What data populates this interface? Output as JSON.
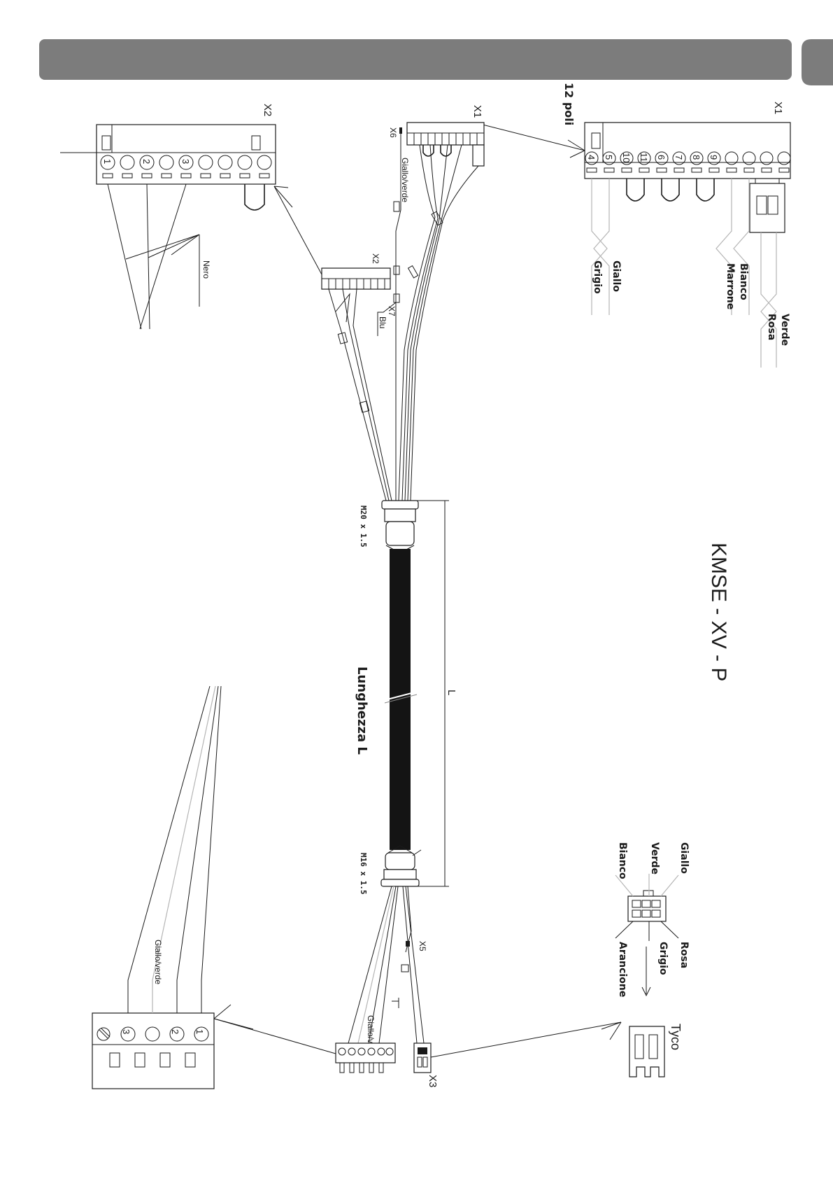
{
  "title": "KMSE - XV - P",
  "length_label": "Lunghezza L",
  "dim_L": "L",
  "gland_top": "M20 x 1.5",
  "gland_bottom": "M16 x 1.5",
  "x1_main": {
    "label": "X1",
    "subtitle": "12 poli",
    "pins": [
      "4",
      "5",
      "10",
      "11",
      "6",
      "7",
      "8",
      "9"
    ]
  },
  "x1_small": {
    "label": "X1"
  },
  "x2_main": {
    "label": "X2",
    "pins": [
      "1",
      "2",
      "3"
    ],
    "wire": "Nero"
  },
  "x2_small": {
    "label": "X2"
  },
  "x1_wires": {
    "w1": "Giallo",
    "w2": "Grigio",
    "w3": "Bianco",
    "w4": "Marrone",
    "w5": "Verde",
    "w6": "Rosa"
  },
  "x6": {
    "label": "X6",
    "wire": "Giallo/verde"
  },
  "x7": {
    "label": "X7",
    "wire": "Blu"
  },
  "x5": {
    "label": "X5"
  },
  "x3": {
    "label": "X3"
  },
  "bottom_left_wire": "Giallo/verde",
  "bottom_strip_wire": "Giallo/verde",
  "bottom_left_pins": [
    "1",
    "2",
    "3"
  ],
  "tyco": {
    "label": "Tyco",
    "wires_top": [
      "Giallo",
      "Verde",
      "Bianco"
    ],
    "wires_bottom": [
      "Rosa",
      "Grigio",
      "Arancione"
    ]
  }
}
